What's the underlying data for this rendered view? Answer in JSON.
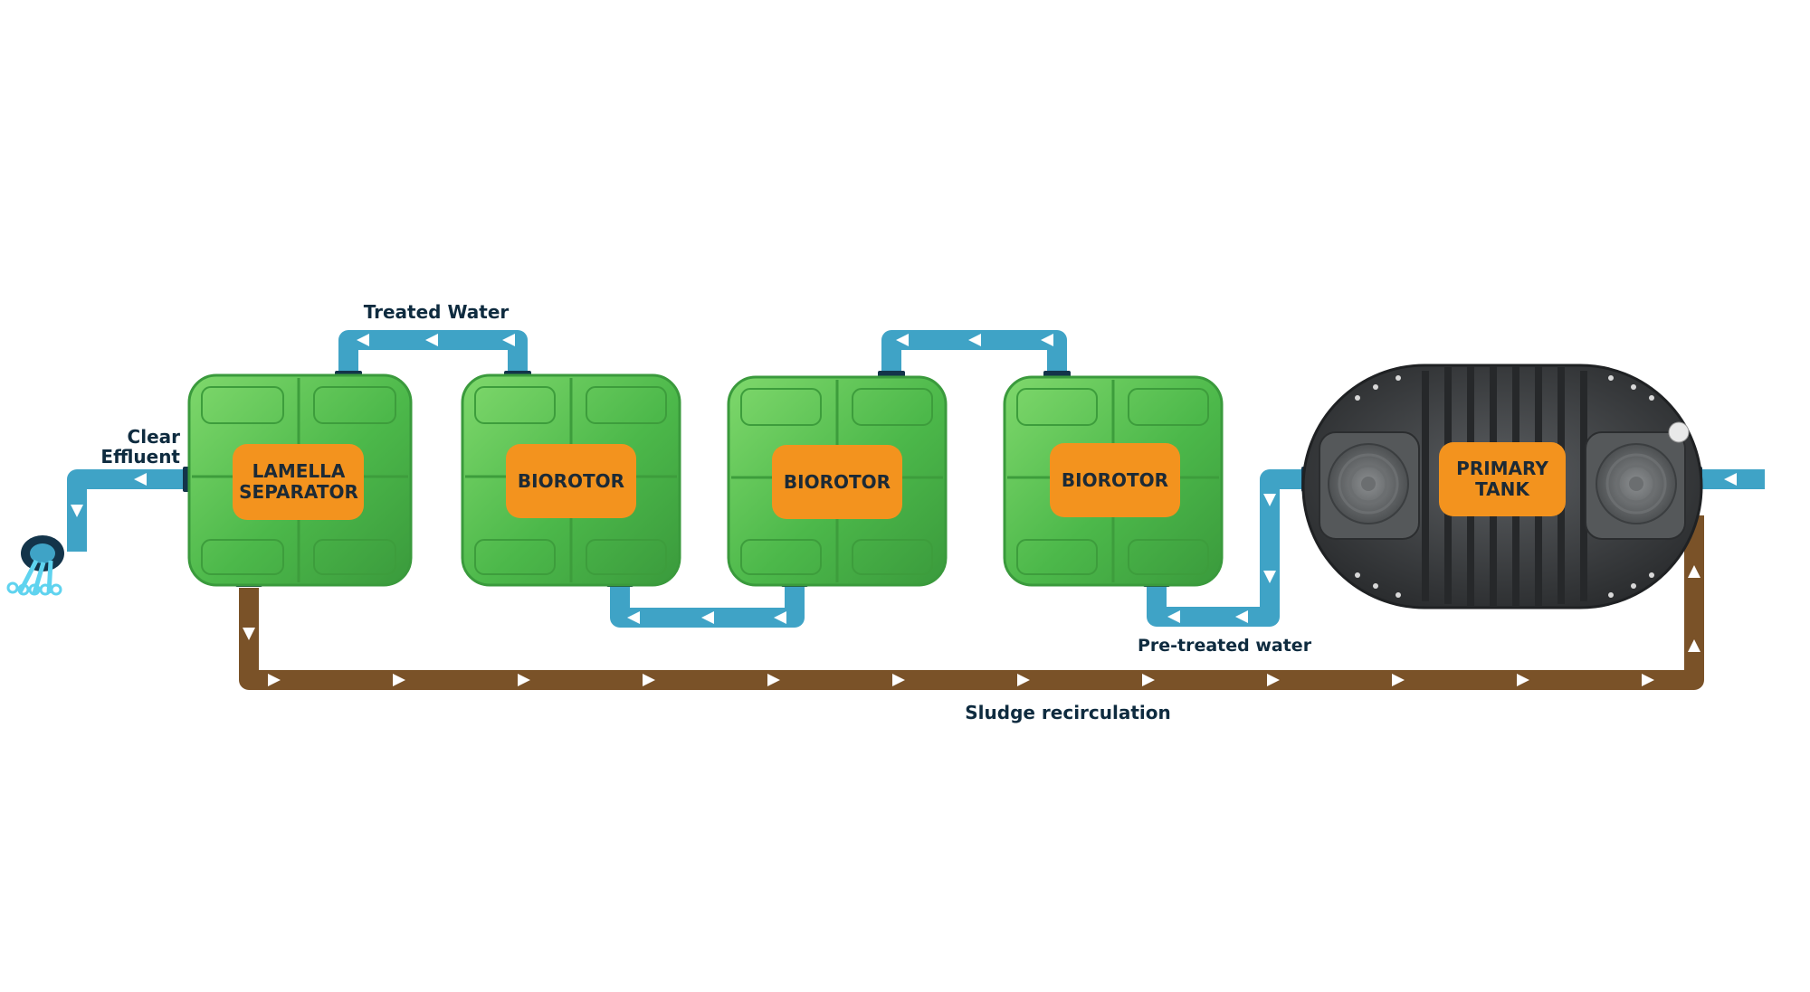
{
  "colors": {
    "water_pipe": "#3fa3c6",
    "sludge_pipe": "#7a5228",
    "module_green": "#4dbb4a",
    "label_box": "#f3931e",
    "primary_tank": "#3a3c3d",
    "text": "#0e2b3f"
  },
  "flow_labels": {
    "treated_water": "Treated Water",
    "clear_effluent_line1": "Clear",
    "clear_effluent_line2": "Effluent",
    "pre_treated_water": "Pre-treated water",
    "sludge_recirculation": "Sludge recirculation"
  },
  "units": {
    "lamella": {
      "line1": "LAMELLA",
      "line2": "SEPARATOR"
    },
    "biorotor_1": "BIOROTOR",
    "biorotor_2": "BIOROTOR",
    "biorotor_3": "BIOROTOR",
    "primary_tank": {
      "line1": "PRIMARY",
      "line2": "TANK"
    }
  },
  "icons": {
    "outlet": "water-outlet-icon",
    "arrow": "arrow-icon"
  }
}
